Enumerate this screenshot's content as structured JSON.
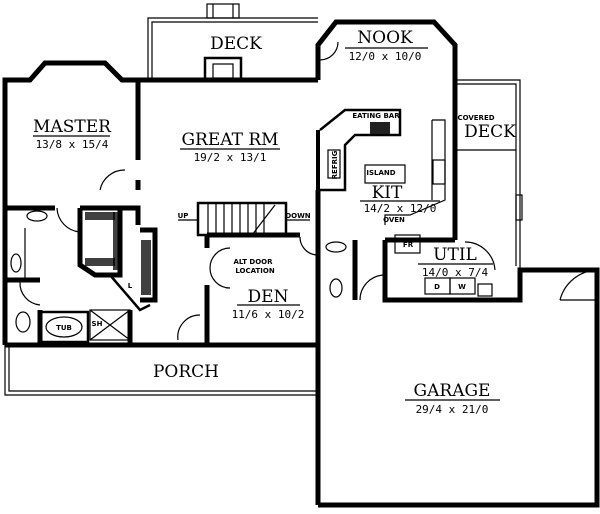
{
  "rooms": {
    "deck": {
      "name": "DECK"
    },
    "nook": {
      "name": "NOOK",
      "size": "12/0 x 10/0"
    },
    "master": {
      "name": "MASTER",
      "size": "13/8 x 15/4"
    },
    "great_rm": {
      "name": "GREAT RM",
      "size": "19/2 x 13/1"
    },
    "covered_deck": {
      "label": "COVERED",
      "name": "DECK"
    },
    "kit": {
      "name": "KIT",
      "size": "14/2 x 12/0"
    },
    "util": {
      "name": "UTIL",
      "size": "14/0 x 7/4"
    },
    "den": {
      "name": "DEN",
      "size": "11/6 x 10/2"
    },
    "porch": {
      "name": "PORCH"
    },
    "garage": {
      "name": "GARAGE",
      "size": "29/4 x 21/0"
    }
  },
  "fixtures": {
    "eating_bar": "EATING BAR",
    "island": "ISLAND",
    "refrig": "REFRIG",
    "oven": "OVEN",
    "fr": "FR",
    "dryer": "D",
    "washer": "W",
    "tub": "TUB",
    "shower": "SH",
    "linen": "L",
    "stair_up": "UP",
    "stair_down": "DOWN",
    "alt_door_1": "ALT DOOR",
    "alt_door_2": "LOCATION"
  }
}
